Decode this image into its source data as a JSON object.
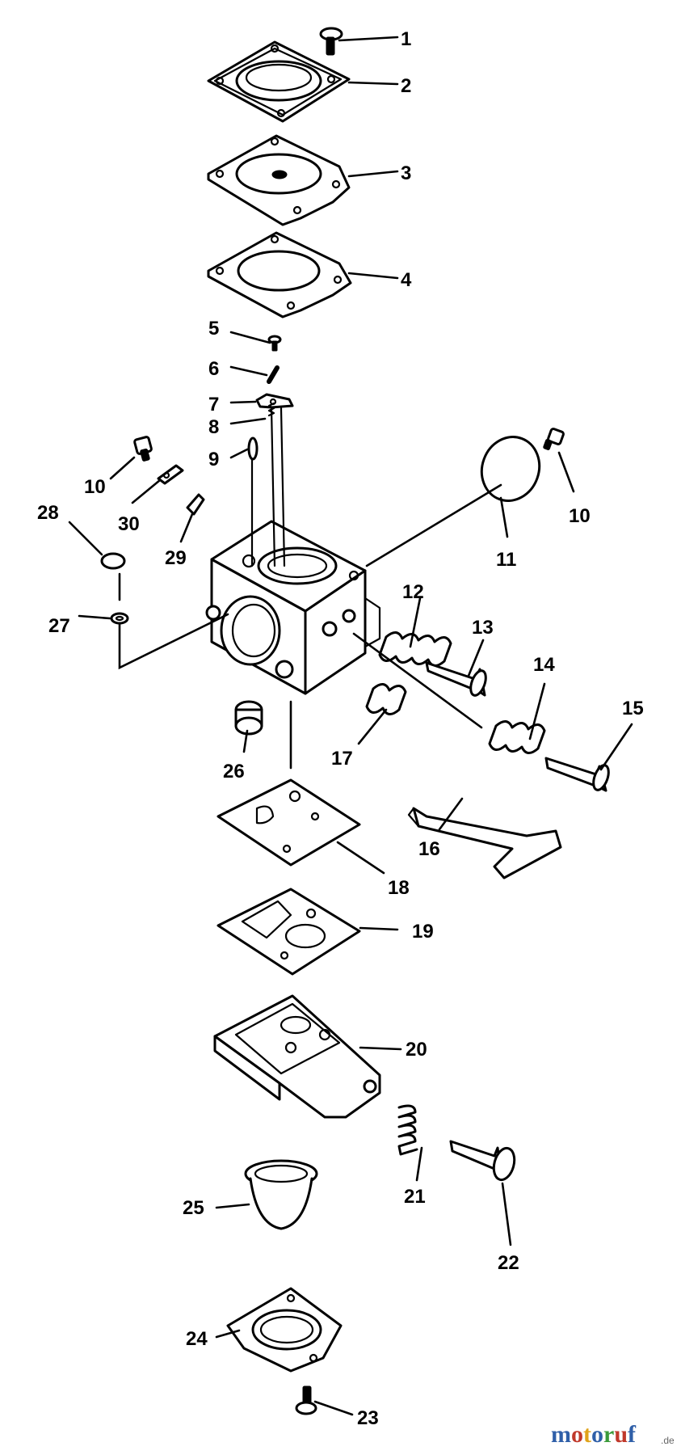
{
  "diagram": {
    "callouts": [
      "1",
      "2",
      "3",
      "4",
      "5",
      "6",
      "7",
      "8",
      "9",
      "10",
      "10",
      "11",
      "12",
      "13",
      "14",
      "15",
      "16",
      "17",
      "18",
      "19",
      "20",
      "21",
      "22",
      "23",
      "24",
      "25",
      "26",
      "27",
      "28",
      "29",
      "30"
    ]
  },
  "watermark": {
    "letters": [
      "m",
      "o",
      "t",
      "o",
      "r",
      "u",
      "f"
    ],
    "letter_colors": [
      "#2f5fa8",
      "#c0392b",
      "#e0a31a",
      "#2f5fa8",
      "#3a9a3a",
      "#c0392b",
      "#2f5fa8"
    ],
    "tld": ".de"
  }
}
